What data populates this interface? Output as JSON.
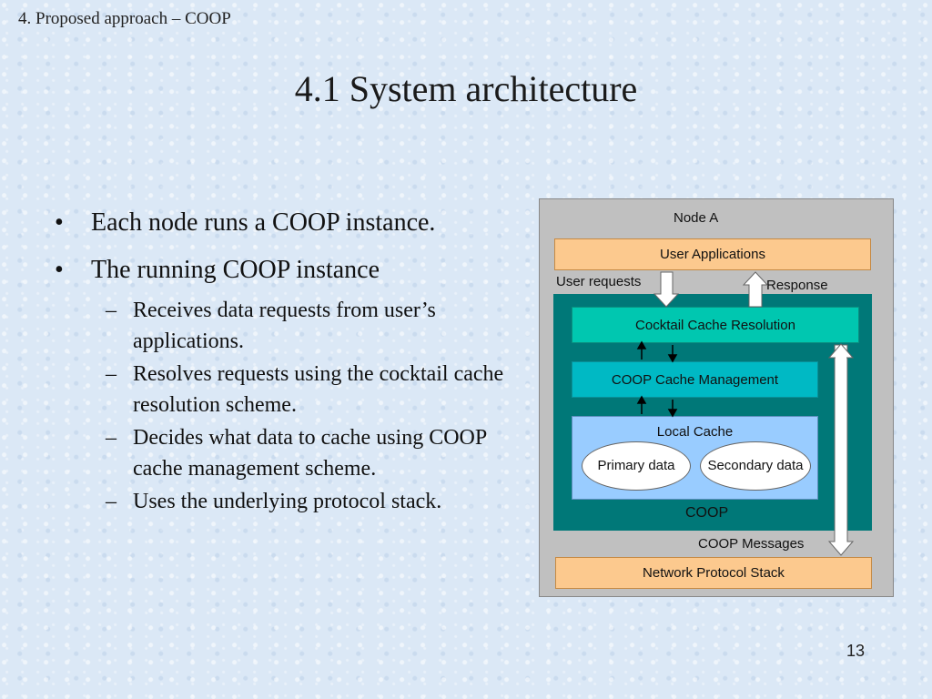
{
  "section_title": "4. Proposed approach – COOP",
  "slide_title": "4.1 System architecture",
  "bullets": [
    {
      "text": "Each node runs a COOP instance.",
      "sub": []
    },
    {
      "text": "The running COOP instance",
      "sub": [
        "Receives data requests from user’s applications.",
        "Resolves requests using the cocktail cache resolution scheme.",
        "Decides what data to cache using COOP cache management scheme.",
        "Uses the underlying protocol stack."
      ]
    }
  ],
  "diagram": {
    "node": "Node A",
    "user_applications": "User Applications",
    "user_requests": "User requests",
    "response": "Response",
    "cocktail": "Cocktail Cache Resolution",
    "cache_mgmt": "COOP Cache Management",
    "local_cache": "Local Cache",
    "primary": "Primary data",
    "secondary": "Secondary data",
    "coop": "COOP",
    "coop_messages": "COOP Messages",
    "network_stack": "Network Protocol Stack",
    "colors": {
      "orange": "#fcc98e",
      "coop_bg": "#007878",
      "teal": "#00c7b0",
      "local": "#99ccff"
    }
  },
  "page_number": "13"
}
